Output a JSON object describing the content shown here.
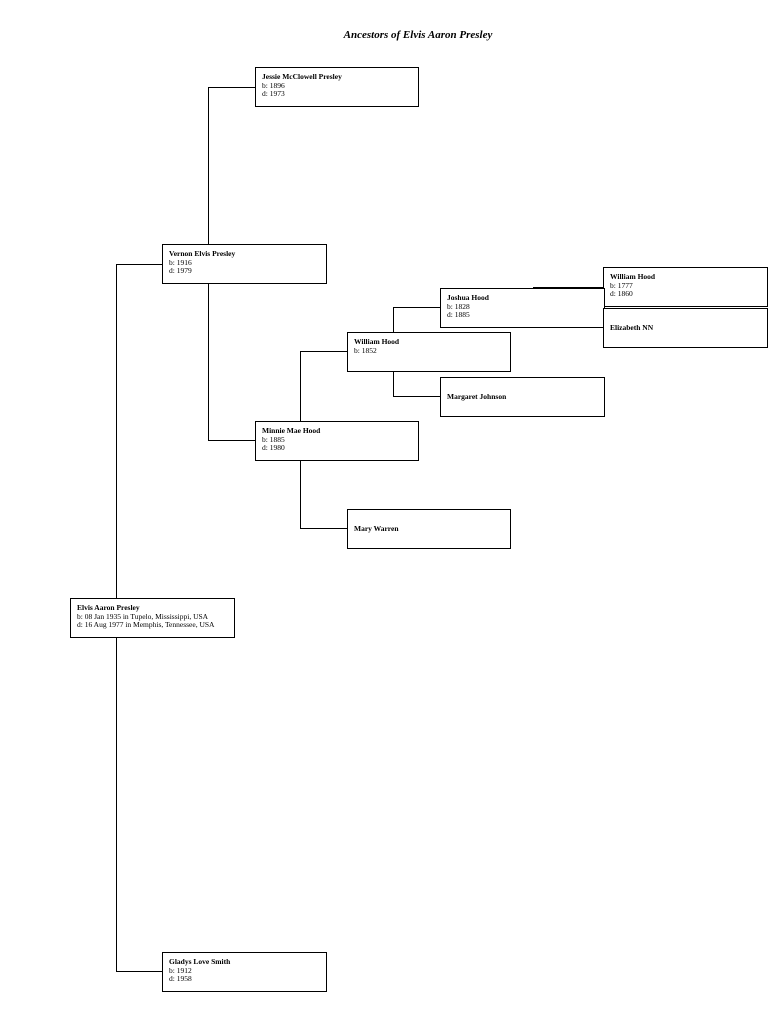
{
  "title": "Ancestors of Elvis Aaron Presley",
  "people": {
    "elvis": {
      "name": "Elvis Aaron Presley",
      "born": "b: 08 Jan 1935 in Tupelo, Mississippi, USA",
      "died": "d: 16 Aug 1977 in Memphis, Tennessee, USA"
    },
    "vernon": {
      "name": "Vernon Elvis Presley",
      "born": "b: 1916",
      "died": "d: 1979"
    },
    "gladys": {
      "name": "Gladys Love Smith",
      "born": "b: 1912",
      "died": "d: 1958"
    },
    "jessie": {
      "name": "Jessie McClowell Presley",
      "born": "b: 1896",
      "died": "d: 1973"
    },
    "minnie": {
      "name": "Minnie Mae Hood",
      "born": "b: 1885",
      "died": "d: 1980"
    },
    "william_1852": {
      "name": "William Hood",
      "born": "b: 1852"
    },
    "mary": {
      "name": "Mary Warren"
    },
    "joshua": {
      "name": "Joshua Hood",
      "born": "b: 1828",
      "died": "d: 1885"
    },
    "margaret": {
      "name": "Margaret Johnson"
    },
    "william_1777": {
      "name": "William Hood",
      "born": "b: 1777",
      "died": "d: 1860"
    },
    "elizabeth": {
      "name": "Elizabeth NN"
    }
  }
}
